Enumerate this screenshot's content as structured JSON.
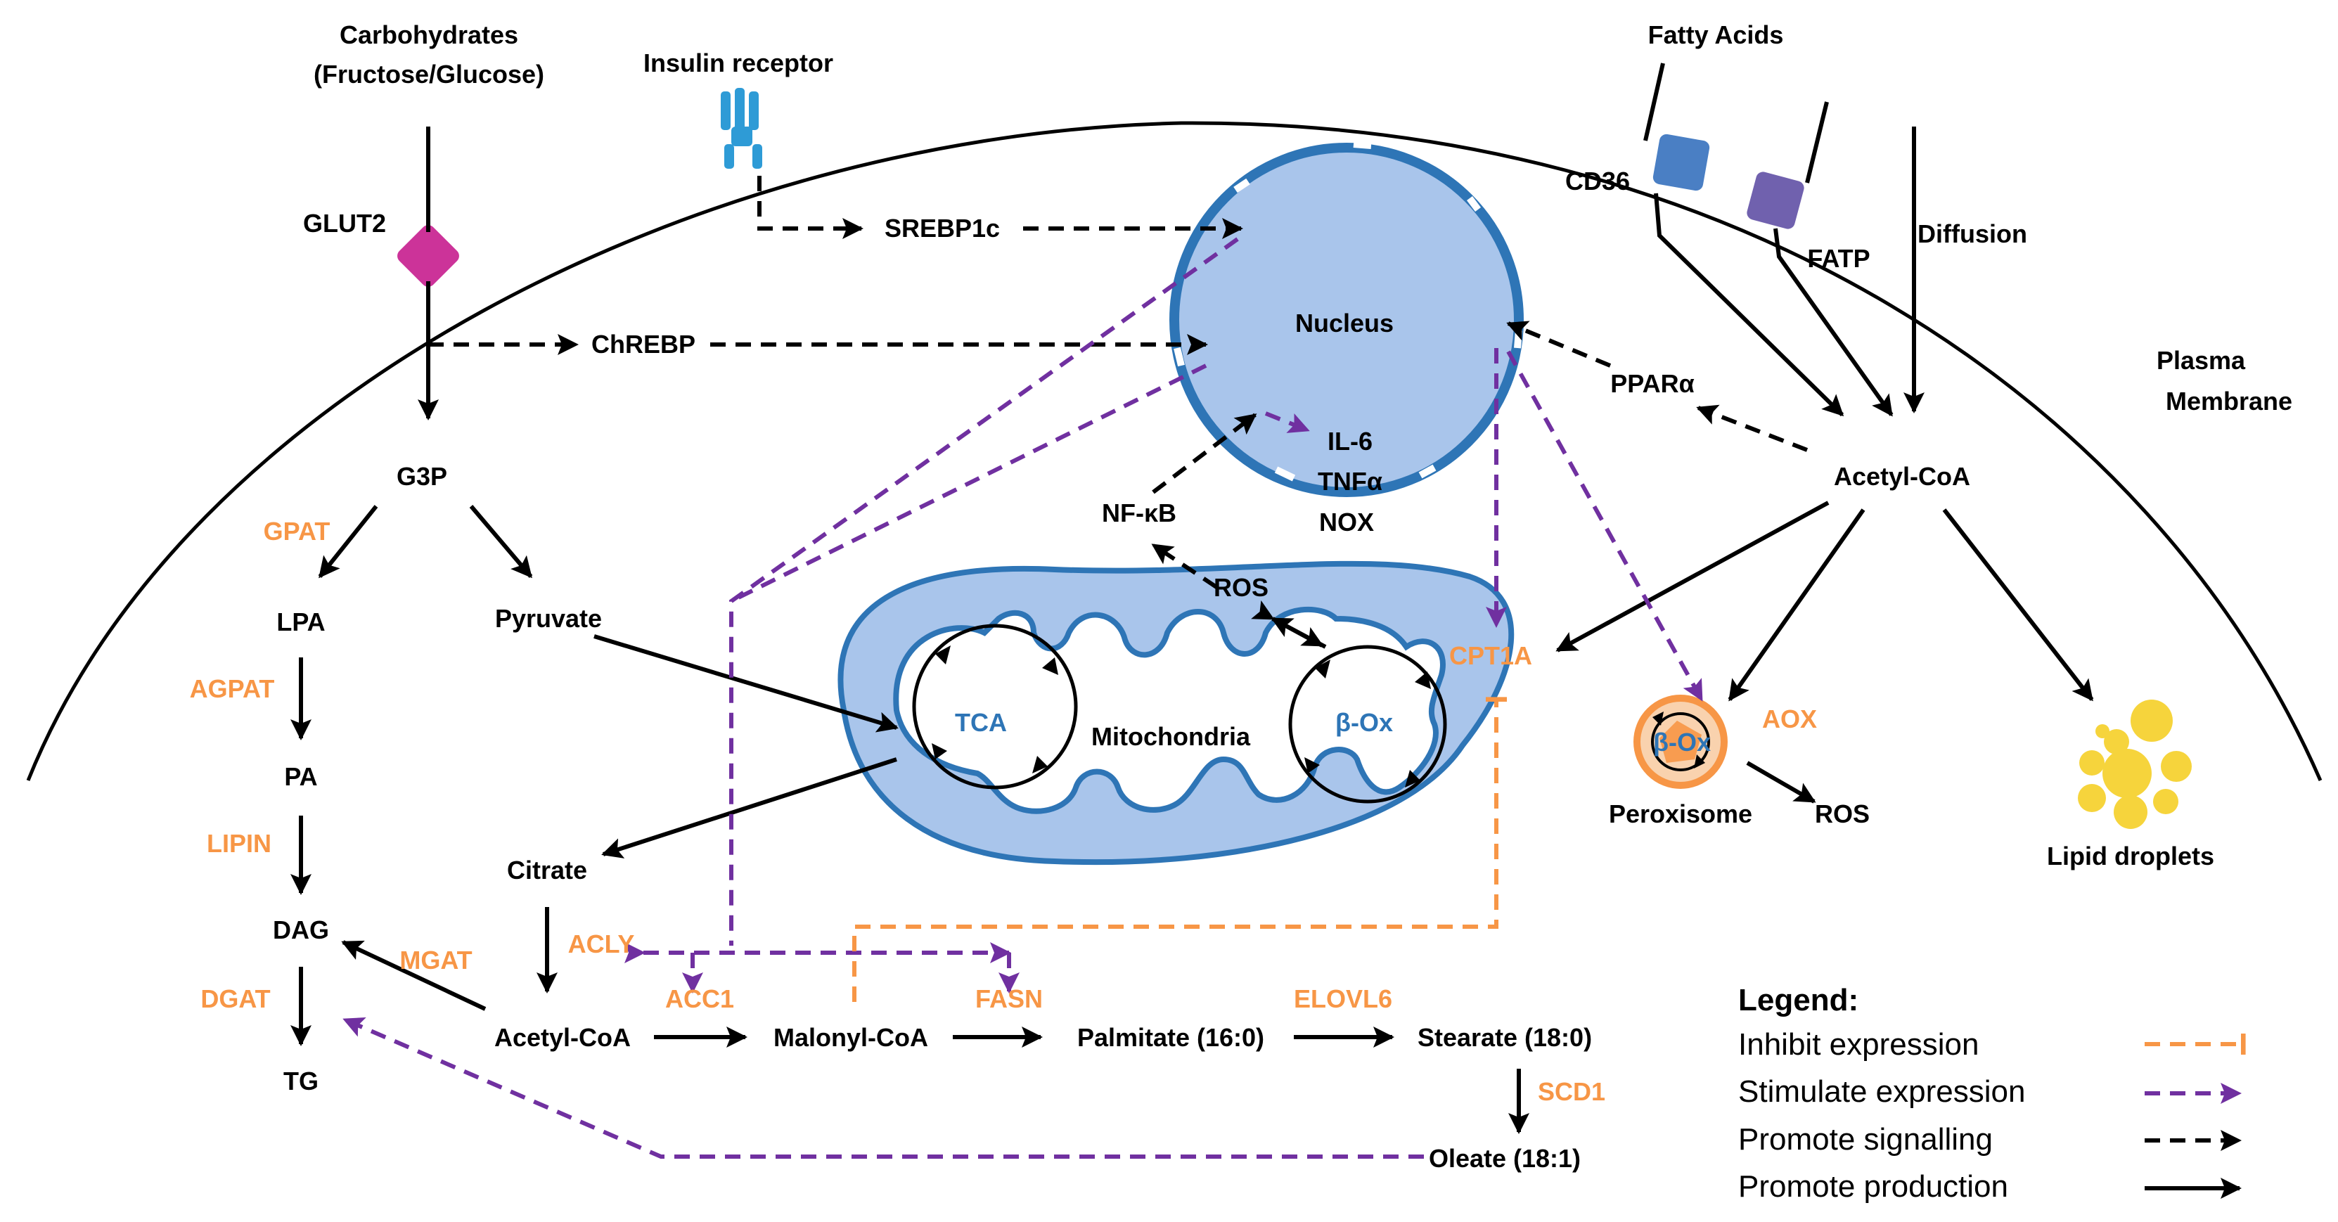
{
  "labels": {
    "carbs_line1": "Carbohydrates",
    "carbs_line2": "(Fructose/Glucose)",
    "insulin_receptor": "Insulin receptor",
    "fatty_acids": "Fatty Acids",
    "glut2": "GLUT2",
    "cd36": "CD36",
    "fatp": "FATP",
    "diffusion": "Diffusion",
    "plasma_line1": "Plasma",
    "plasma_line2": "Membrane",
    "srebp1c": "SREBP1c",
    "chrebp": "ChREBP",
    "nucleus": "Nucleus",
    "ppara": "PPARα",
    "acetylcoa_top": "Acetyl-CoA",
    "il6": "IL-6",
    "tnfa": "TNFα",
    "nox": "NOX",
    "nfkb": "NF-κB",
    "g3p": "G3P",
    "pyruvate": "Pyruvate",
    "lpa": "LPA",
    "pa": "PA",
    "dag": "DAG",
    "tg": "TG",
    "citrate": "Citrate",
    "acetylcoa_bottom": "Acetyl-CoA",
    "malonylcoa": "Malonyl-CoA",
    "palmitate": "Palmitate (16:0)",
    "stearate": "Stearate (18:0)",
    "oleate": "Oleate (18:1)",
    "ros_mito": "ROS",
    "tca": "TCA",
    "mitochondria": "Mitochondria",
    "box_mito": "β-Ox",
    "box_perox": "β-Ox",
    "peroxisome": "Peroxisome",
    "ros_perox": "ROS",
    "lipid_droplets": "Lipid droplets"
  },
  "enzymes": {
    "gpat": "GPAT",
    "agpat": "AGPAT",
    "lipin": "LIPIN",
    "dgat": "DGAT",
    "mgat": "MGAT",
    "acly": "ACLY",
    "acc1": "ACC1",
    "fasn": "FASN",
    "elovl6": "ELOVL6",
    "scd1": "SCD1",
    "cpt1a": "CPT1A",
    "aox": "AOX"
  },
  "legend": {
    "title": "Legend:",
    "items": [
      "Inhibit expression",
      "Stimulate expression",
      "Promote signalling",
      "Promote production"
    ]
  },
  "colors": {
    "orange": "#F79646",
    "purple": "#7030A0",
    "black": "#000000",
    "membrane_blue": "#2E75B6",
    "organelle_fill": "#A9C5EB",
    "glut2": "#CC3399",
    "cd36": "#4A7FC4",
    "fatp": "#7061AE",
    "lipid": "#F6D43C"
  }
}
